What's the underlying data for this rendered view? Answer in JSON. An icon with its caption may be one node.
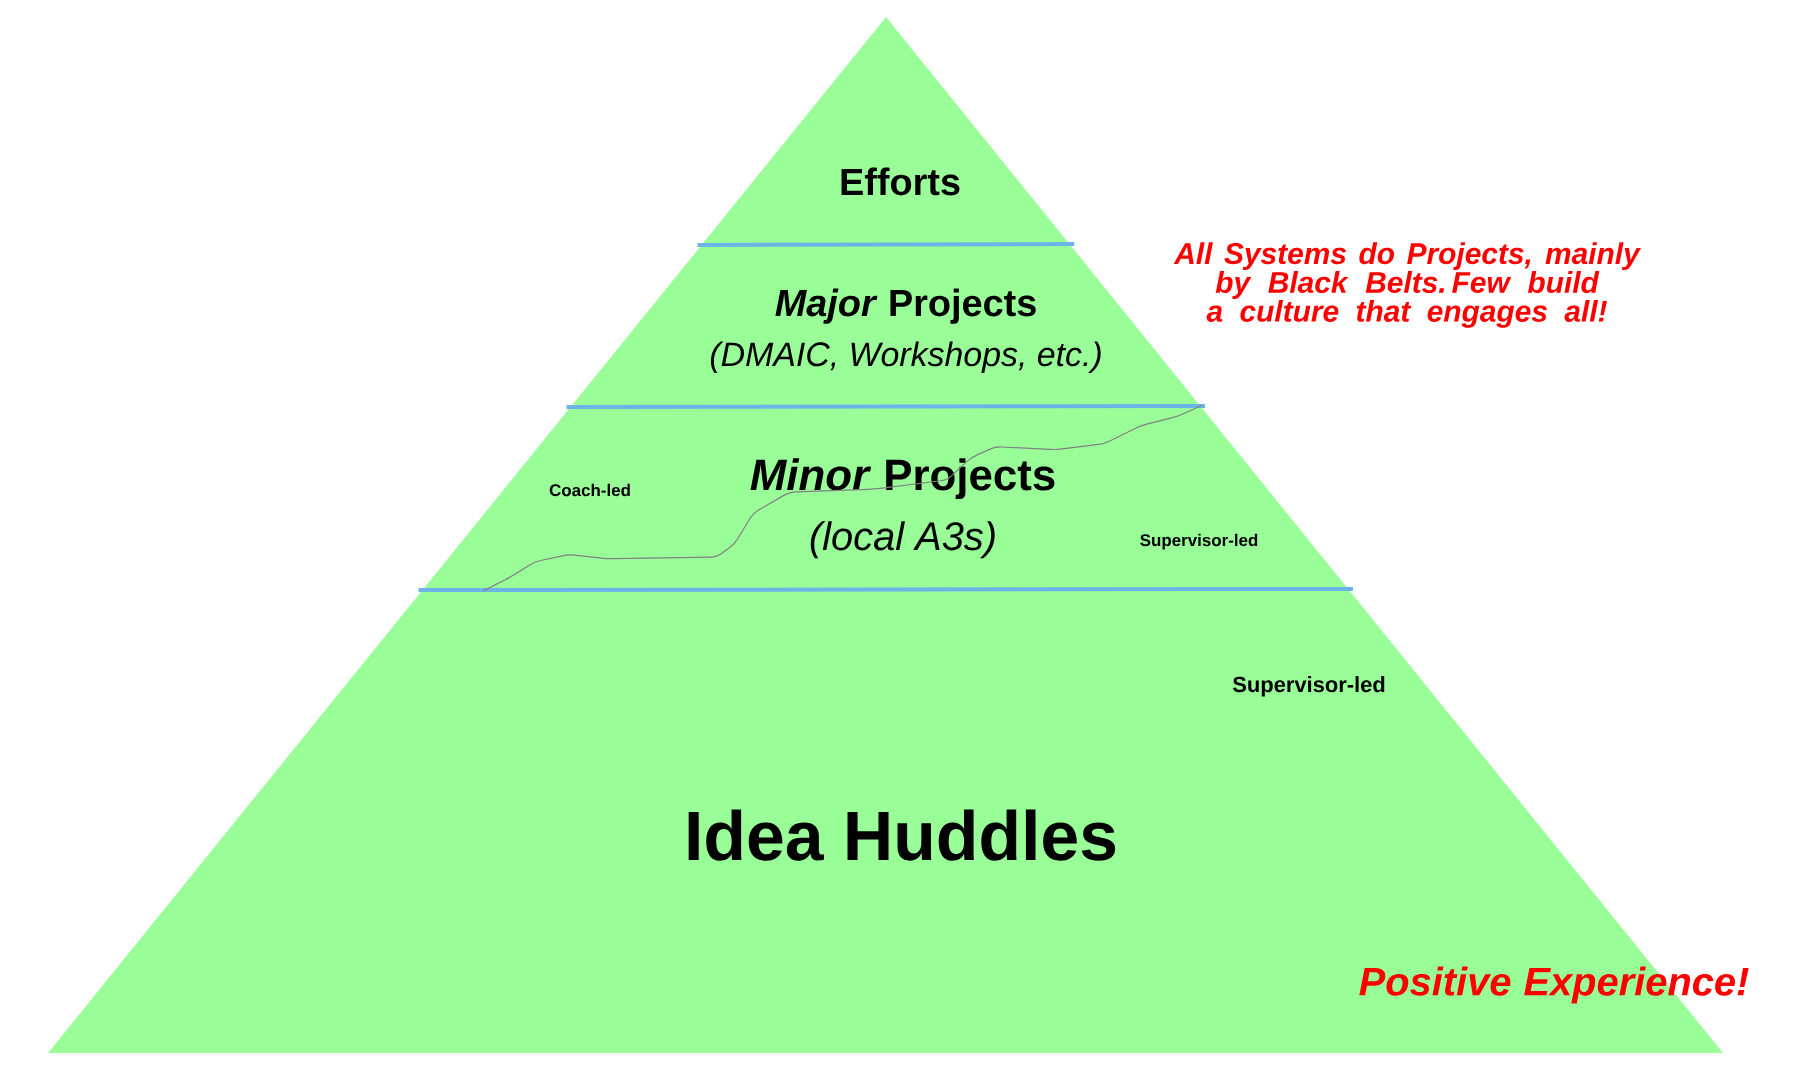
{
  "diagram": {
    "nodes": [
      {
        "text": [
          "Efforts"
        ]
      },
      {
        "text": [
          "*Major* Projects",
          "(DMAIC, Workshops, etc.)"
        ]
      },
      {
        "text": [
          "Coach-led",
          "*Minor* Projects",
          "(local A3s)",
          "Supervisor-led"
        ]
      },
      {
        "text": [
          "Supervisor-led",
          "Idea Huddles"
        ]
      }
    ],
    "labels": [
      "All Systems do Projects, mainly by Black Belts. Few build a culture that engages all!",
      "Positive Experience!"
    ]
  }
}
